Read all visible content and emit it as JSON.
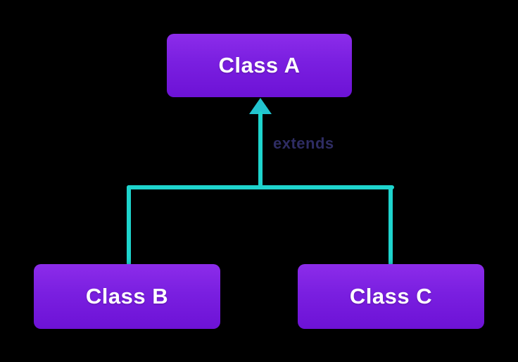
{
  "diagram": {
    "type": "class-inheritance",
    "nodes": [
      {
        "id": "A",
        "label": "Class A"
      },
      {
        "id": "B",
        "label": "Class B"
      },
      {
        "id": "C",
        "label": "Class C"
      }
    ],
    "edges": [
      {
        "from": "B",
        "to": "A",
        "label": "extends"
      },
      {
        "from": "C",
        "to": "A",
        "label": "extends"
      }
    ],
    "edge_label": "extends",
    "colors": {
      "background": "#000000",
      "node_gradient_top": "#8c2cea",
      "node_gradient_bottom": "#6d12d6",
      "node_text": "#ffffff",
      "connector": "#1ed4cd",
      "arrowhead": "#22c4cf",
      "edge_label_text": "#2e2c63"
    }
  }
}
